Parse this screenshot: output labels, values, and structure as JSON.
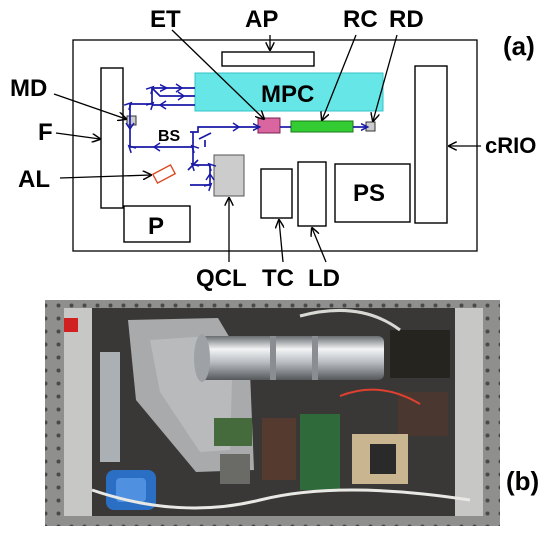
{
  "panel_a": {
    "tag": "(a)",
    "labels": {
      "et": "ET",
      "ap": "AP",
      "rc": "RC",
      "rd": "RD",
      "md": "MD",
      "f": "F",
      "al": "AL",
      "bs": "BS",
      "mpc": "MPC",
      "p": "P",
      "ps": "PS",
      "crio": "cRIO",
      "qcl": "QCL",
      "tc": "TC",
      "ld": "LD"
    },
    "colors": {
      "mpc": "#66e6e6",
      "rc": "#33cc33",
      "et": "#d9669e",
      "beam": "#1a1aa8",
      "al": "#d94c26",
      "qcl": "#cccccc",
      "md": "#cccccc"
    }
  },
  "panel_b": {
    "tag": "(b)",
    "image": "photograph of the instrument interior"
  }
}
